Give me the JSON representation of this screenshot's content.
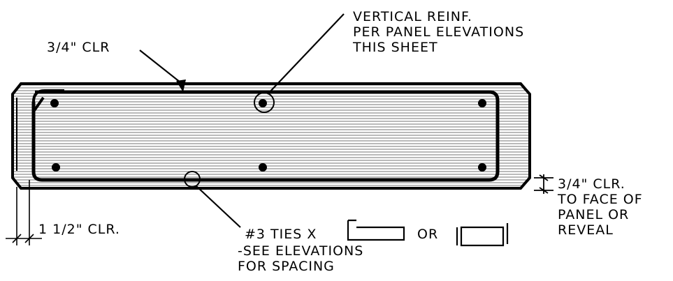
{
  "labels": {
    "clear_top": "3/4\" CLR",
    "vertical_reinf": {
      "line1": "VERTICAL REINF.",
      "line2": "PER PANEL ELEVATIONS",
      "line3": "THIS SHEET"
    },
    "clear_side": {
      "line1": "3/4\" CLR.",
      "line2": "TO FACE OF",
      "line3": "PANEL OR",
      "line4": "REVEAL"
    },
    "clear_bottom": "1 1/2\" CLR.",
    "ties": {
      "line1_a": "#3 TIES X",
      "line1_or": "OR",
      "line2": "-SEE ELEVATIONS",
      "line3": "FOR SPACING"
    }
  },
  "colors": {
    "ink": "#000000",
    "hatch": "#555555",
    "paper": "#ffffff"
  }
}
